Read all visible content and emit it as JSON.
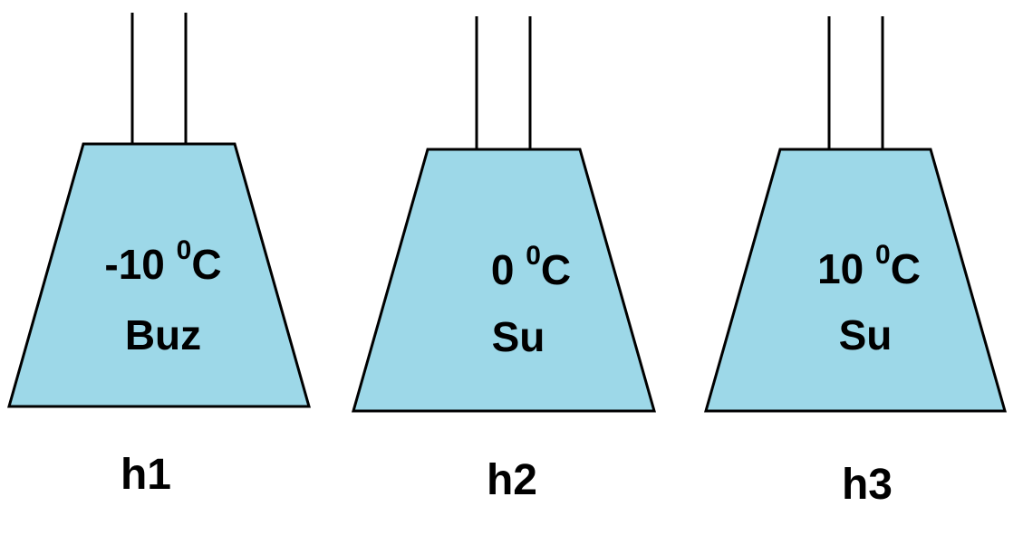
{
  "colors": {
    "liquid": "#9dd8e8",
    "outline": "#000000"
  },
  "containers": [
    {
      "temperature": "-10 ",
      "degree_mark": "0",
      "unit": "C",
      "state": "Buz",
      "name": "h1"
    },
    {
      "temperature": "0 ",
      "degree_mark": "0",
      "unit": "C",
      "state": "Su",
      "name": "h2"
    },
    {
      "temperature": "10 ",
      "degree_mark": "0",
      "unit": "C",
      "state": "Su",
      "name": "h3"
    }
  ]
}
